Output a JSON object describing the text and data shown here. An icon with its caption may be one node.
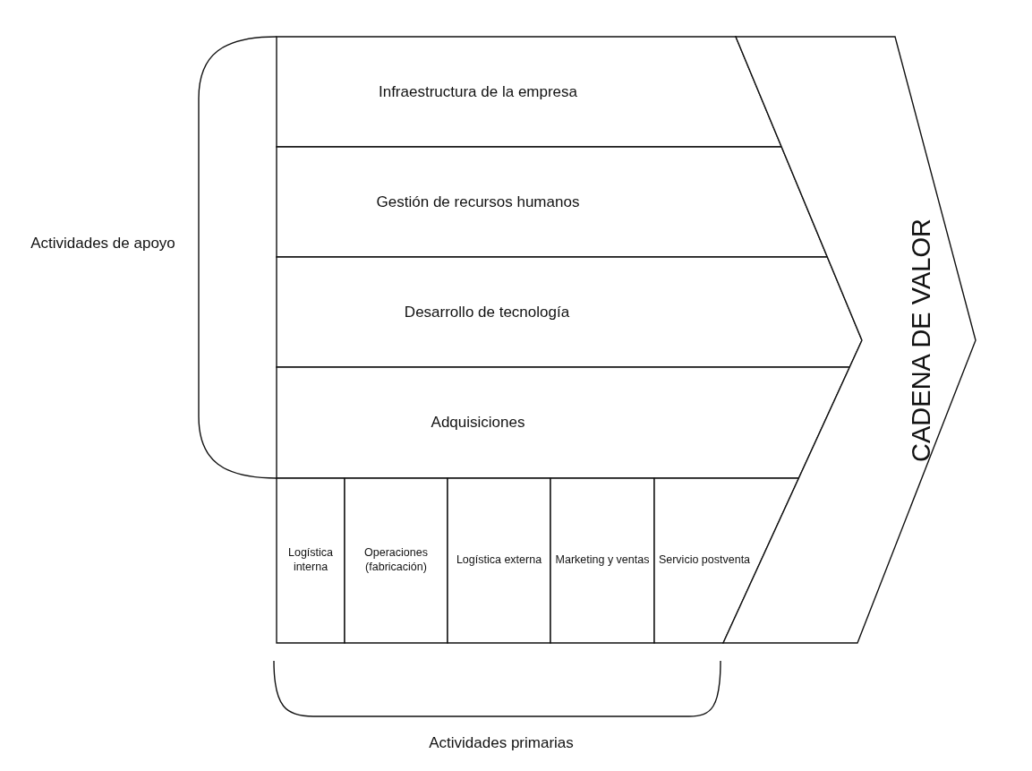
{
  "diagram": {
    "nodes": [
      {
        "text": [
          "Infraestructura de la empresa"
        ]
      },
      {
        "text": [
          "Gestión de recursos humanos"
        ]
      },
      {
        "text": [
          "Desarrollo de tecnología"
        ]
      },
      {
        "text": [
          "Adquisiciones"
        ]
      },
      {
        "text": [
          "Logística interna"
        ]
      },
      {
        "text": [
          "Operaciones (fabricación)"
        ]
      },
      {
        "text": [
          "Logística externa"
        ]
      },
      {
        "text": [
          "Marketing y ventas"
        ]
      },
      {
        "text": [
          "Servicio postventa"
        ]
      },
      {
        "text": [
          "CADENA DE VALOR"
        ]
      }
    ],
    "labels": [
      "Actividades de apoyo",
      "Actividades primarias"
    ]
  }
}
